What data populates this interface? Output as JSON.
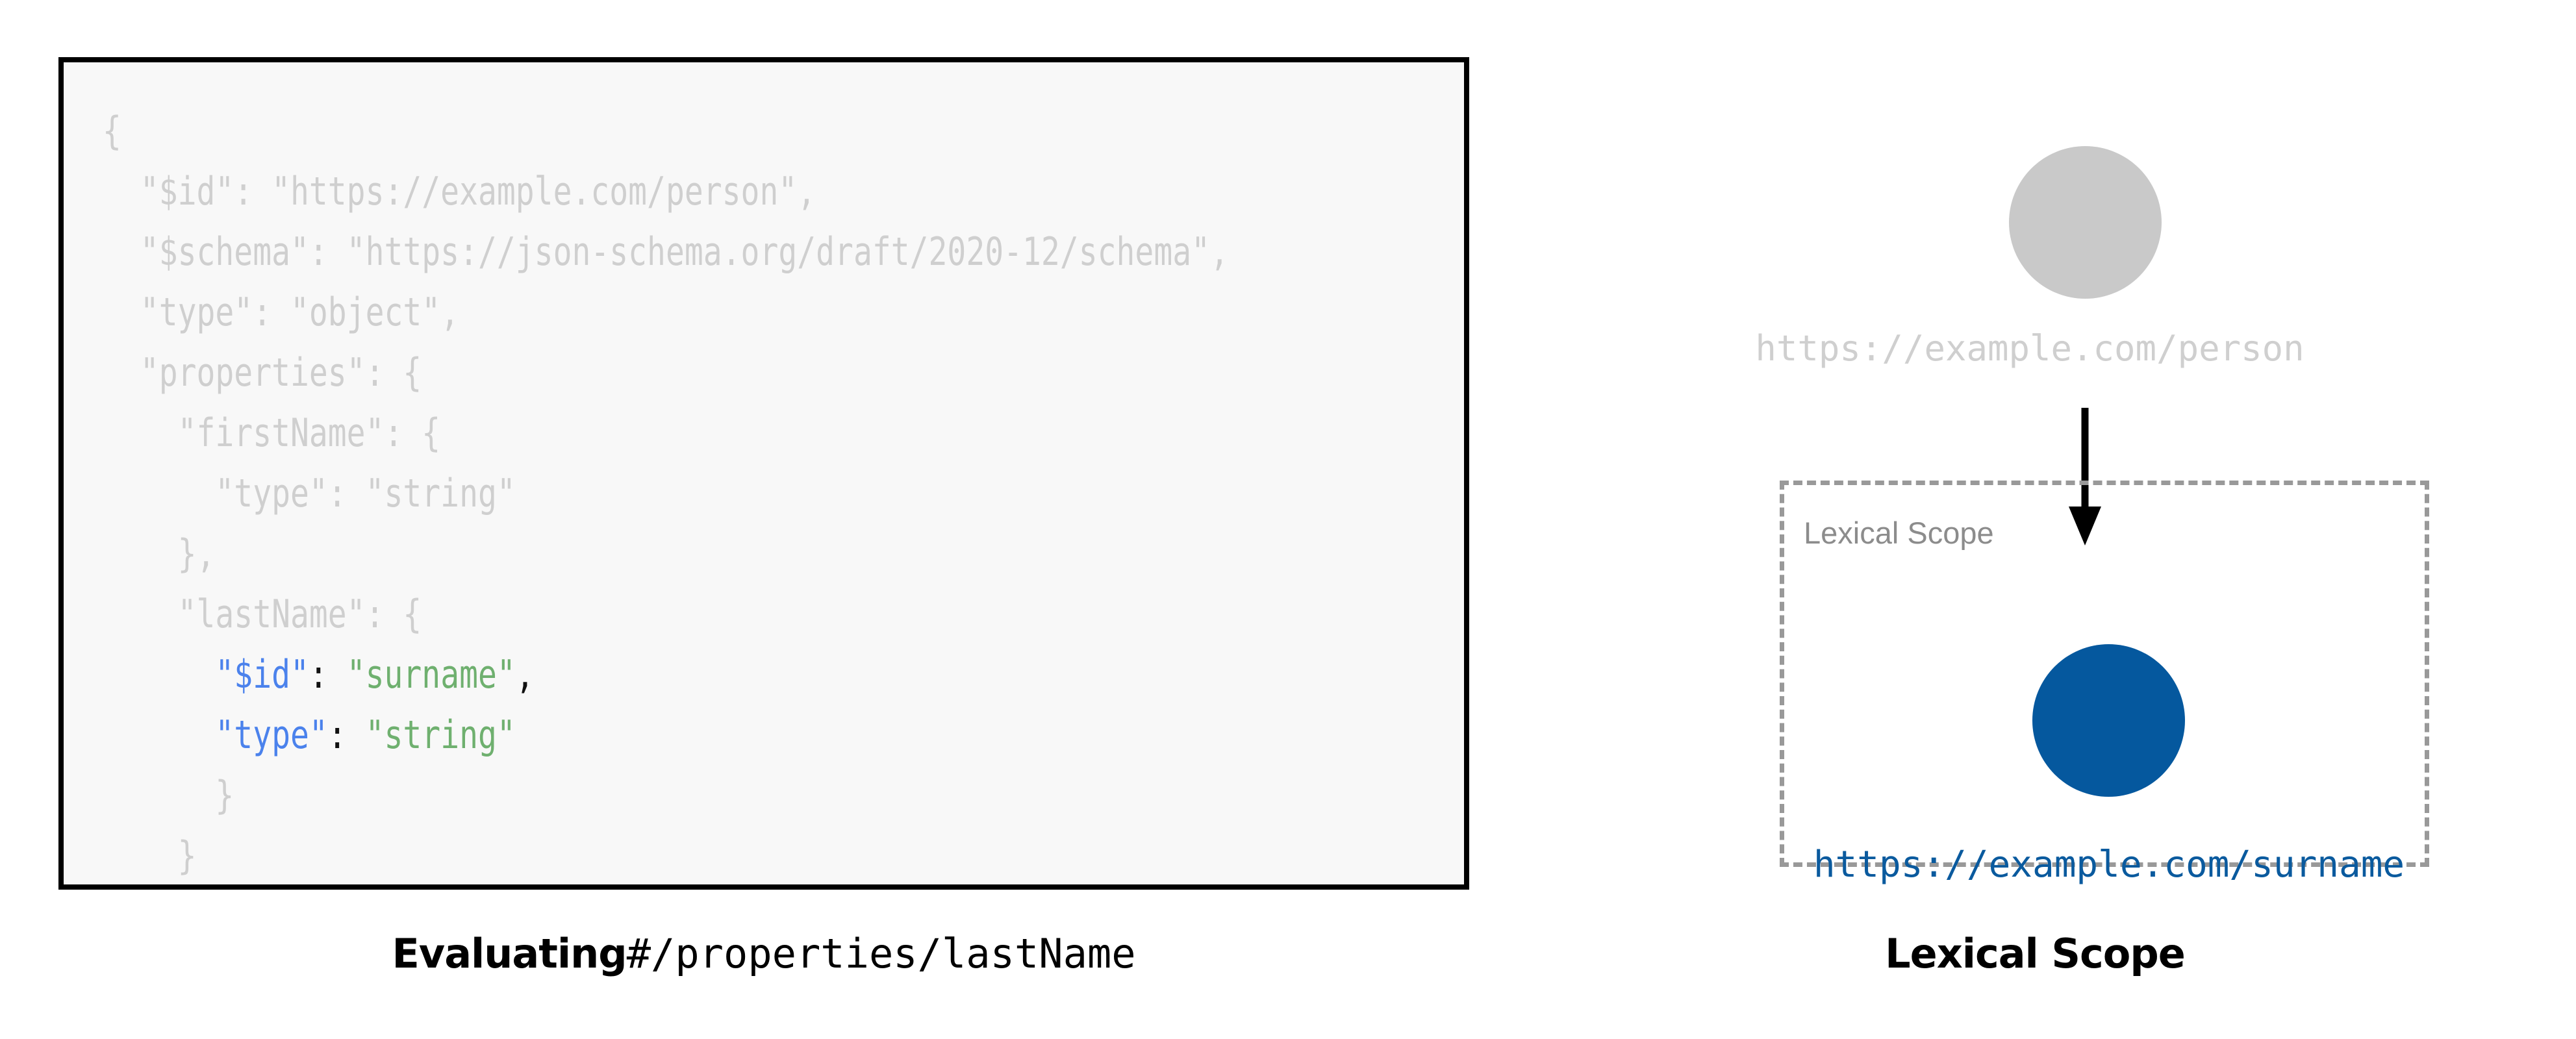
{
  "left_panel": {
    "code_block": {
      "language": "json",
      "background_color": "#f8f8f8",
      "border_color": "#000000",
      "dim_color": "#cfcfcf",
      "key_color": "#4b82ec",
      "string_color": "#6fb06f",
      "punct_color": "#111111",
      "lines": [
        {
          "indent": 0,
          "segments": [
            {
              "text": "{",
              "style": "dim"
            }
          ]
        },
        {
          "indent": 1,
          "segments": [
            {
              "text": "\"$id\": \"https://example.com/person\",",
              "style": "dim"
            }
          ]
        },
        {
          "indent": 1,
          "segments": [
            {
              "text": "\"$schema\": \"https://json-schema.org/draft/2020-12/schema\",",
              "style": "dim"
            }
          ]
        },
        {
          "indent": 1,
          "segments": [
            {
              "text": "\"type\": \"object\",",
              "style": "dim"
            }
          ]
        },
        {
          "indent": 1,
          "segments": [
            {
              "text": "\"properties\": {",
              "style": "dim"
            }
          ]
        },
        {
          "indent": 2,
          "segments": [
            {
              "text": "\"firstName\": {",
              "style": "dim"
            }
          ]
        },
        {
          "indent": 3,
          "segments": [
            {
              "text": "\"type\": \"string\"",
              "style": "dim"
            }
          ]
        },
        {
          "indent": 2,
          "segments": [
            {
              "text": "},",
              "style": "dim"
            }
          ]
        },
        {
          "indent": 2,
          "segments": [
            {
              "text": "\"lastName\": {",
              "style": "dim"
            }
          ]
        },
        {
          "indent": 3,
          "segments": [
            {
              "text": "\"$id\"",
              "style": "key"
            },
            {
              "text": ": ",
              "style": "punct"
            },
            {
              "text": "\"surname\"",
              "style": "str"
            },
            {
              "text": ",",
              "style": "punct"
            }
          ]
        },
        {
          "indent": 3,
          "segments": [
            {
              "text": "\"type\"",
              "style": "key"
            },
            {
              "text": ": ",
              "style": "punct"
            },
            {
              "text": "\"string\"",
              "style": "str"
            }
          ]
        },
        {
          "indent": 3,
          "segments": [
            {
              "text": "}",
              "style": "dim"
            }
          ]
        },
        {
          "indent": 2,
          "segments": [
            {
              "text": "}",
              "style": "dim"
            }
          ]
        },
        {
          "indent": 1,
          "segments": [
            {
              "text": "}",
              "style": "dim"
            }
          ]
        }
      ]
    },
    "caption": {
      "bold_part": "Evaluating",
      "mono_part": "#/properties/lastName"
    }
  },
  "right_panel": {
    "outer_node": {
      "label": "https://example.com/person",
      "circle_color": "#c9c9c9",
      "label_color": "#cfcfcf"
    },
    "arrow": {
      "icon": "down-arrow-icon",
      "color": "#000000"
    },
    "lexical_scope": {
      "box_label": "Lexical Scope",
      "box_label_color": "#8c8c8c",
      "border_color": "#999999",
      "border_style": "dashed",
      "inner_node": {
        "label": "https://example.com/surname",
        "circle_color": "#05589e",
        "label_color": "#0a5a9e"
      }
    },
    "caption": {
      "bold_part": "Lexical Scope"
    }
  }
}
